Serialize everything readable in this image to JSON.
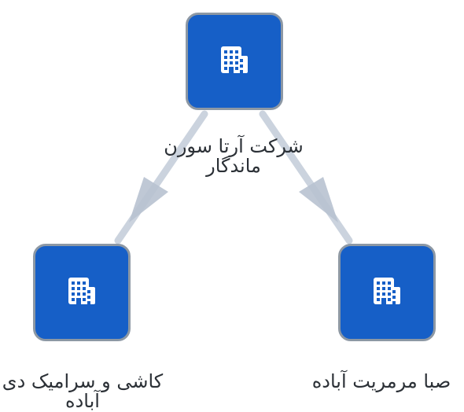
{
  "nodes": {
    "root": {
      "label": "شرکت آرتا سورن ماندگار",
      "icon": "building-icon"
    },
    "left": {
      "label": "کاشی و سرامیک دی آباده",
      "icon": "building-icon"
    },
    "right": {
      "label": "صبا مرمریت آباده",
      "icon": "building-icon"
    }
  },
  "edges": [
    {
      "from": "root",
      "to": "left"
    },
    {
      "from": "root",
      "to": "right"
    }
  ],
  "colors": {
    "node_fill": "#165fc7",
    "node_border": "#8d98a4",
    "edge": "#c4ccd8",
    "label_text": "#2b3036"
  }
}
